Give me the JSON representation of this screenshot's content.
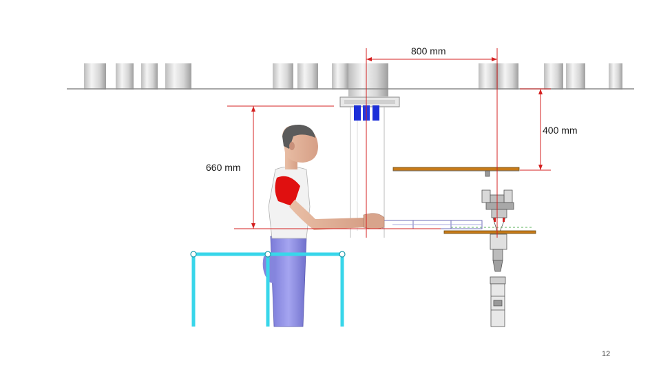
{
  "dimensions": {
    "horizontal_label": "800 mm",
    "vertical_right_label": "400 mm",
    "vertical_left_label": "660 mm"
  },
  "slide": {
    "page_number": "12"
  },
  "colors": {
    "dimension_line": "#d42020",
    "rail": "#38d6ea",
    "ceiling_line": "#8a8a8a",
    "shirt_sleeve": "#e01010",
    "trousers": "#8c8ce6",
    "panel": "#c77a18"
  }
}
